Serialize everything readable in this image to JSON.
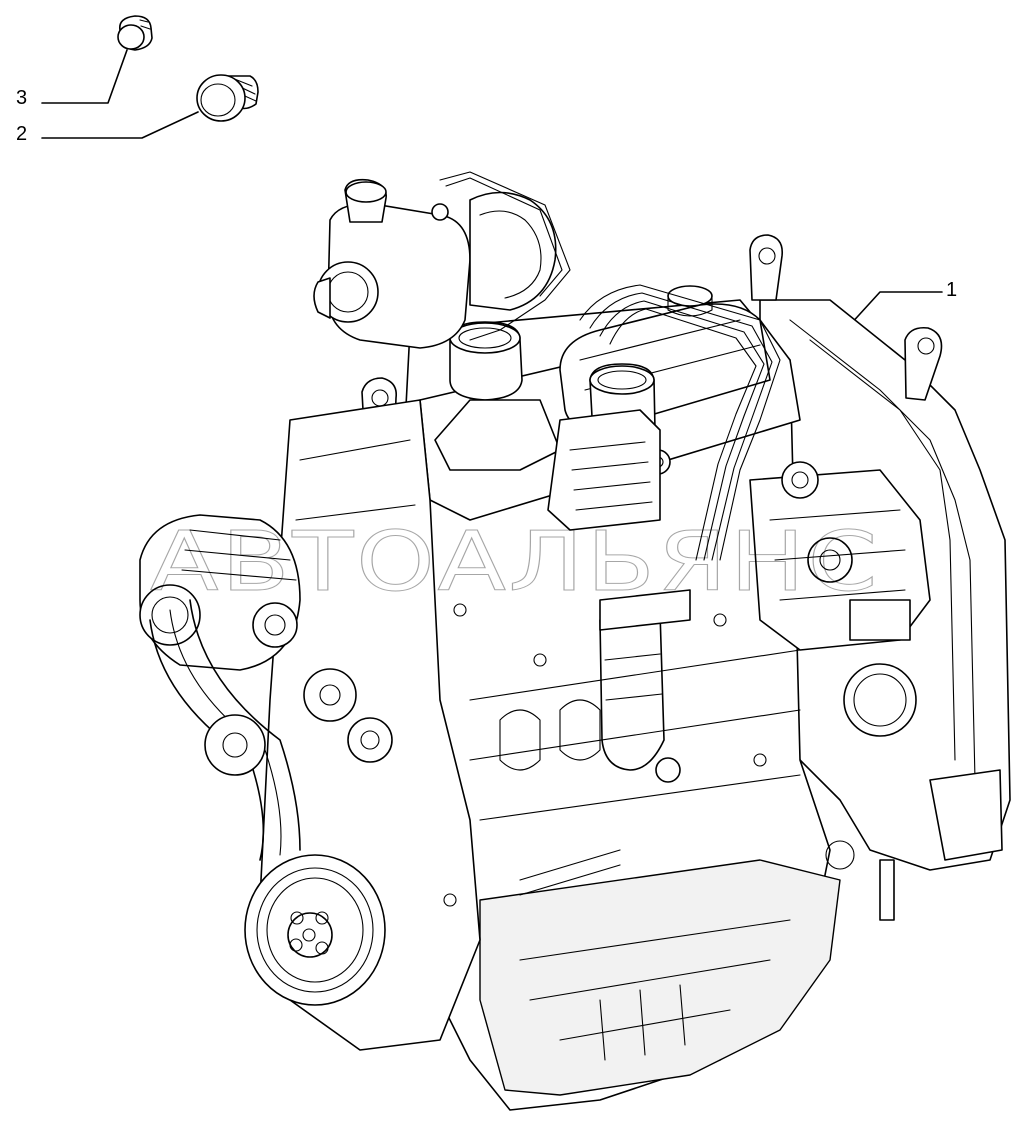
{
  "figure": {
    "callouts": [
      {
        "number": "1",
        "part": "engine-assembly"
      },
      {
        "number": "2",
        "part": "plug-large"
      },
      {
        "number": "3",
        "part": "plug-small"
      }
    ],
    "watermark": "АВТОАЛЬЯНС",
    "line_color": "#000000",
    "background_color": "#ffffff"
  }
}
